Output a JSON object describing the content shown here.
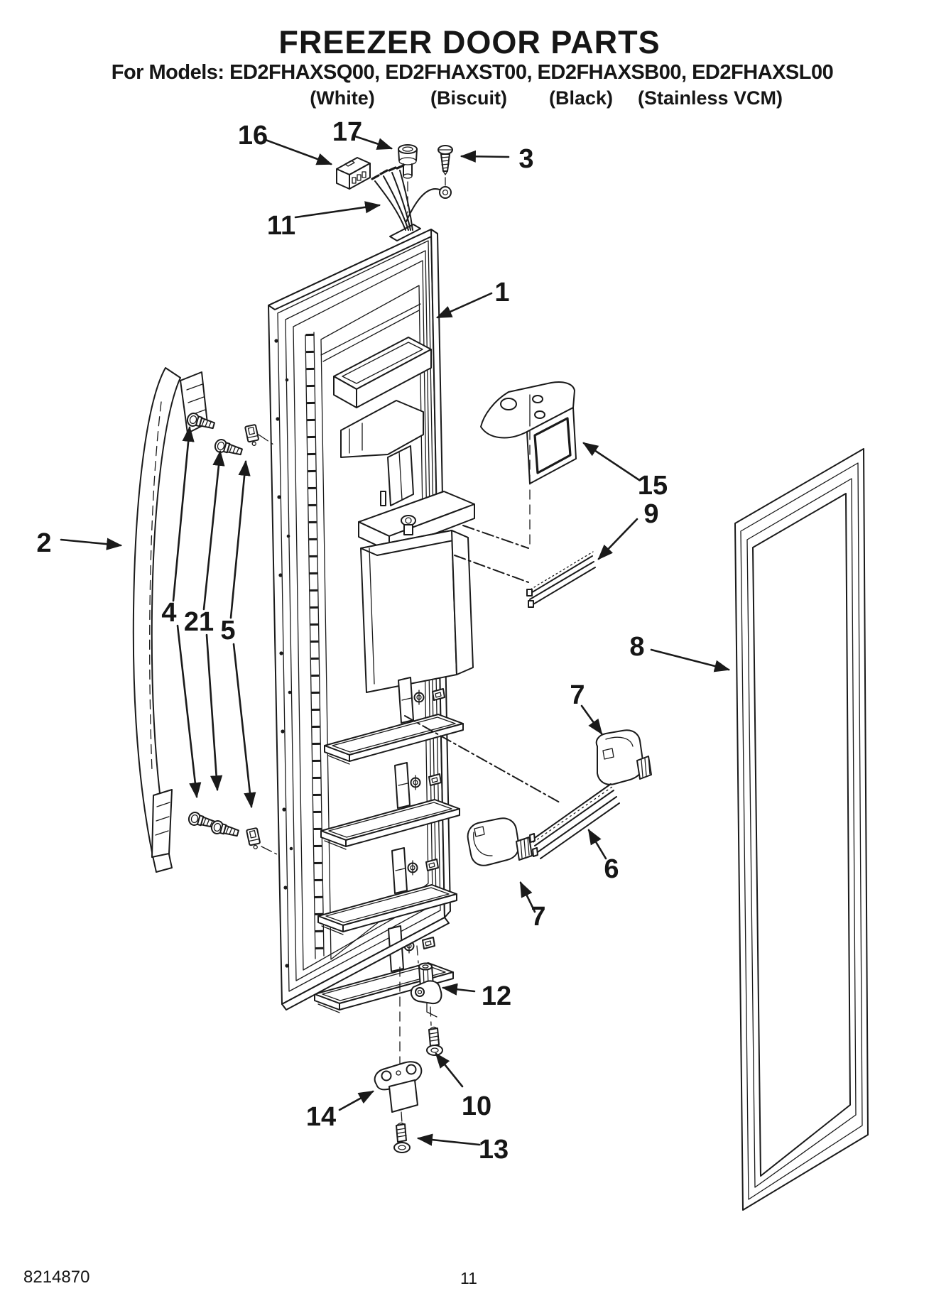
{
  "page": {
    "background_color": "#ffffff",
    "ink_color": "#1a1a1a"
  },
  "header": {
    "title": "FREEZER DOOR PARTS",
    "models_line": "For Models: ED2FHAXSQ00, ED2FHAXST00, ED2FHAXSB00, ED2FHAXSL00",
    "finishes": [
      "(White)",
      "(Biscuit)",
      "(Black)",
      "(Stainless VCM)"
    ]
  },
  "callouts": {
    "c1": "1",
    "c2": "2",
    "c3": "3",
    "c4": "4",
    "c5": "5",
    "c6": "6",
    "c7_upper": "7",
    "c7_lower": "7",
    "c8": "8",
    "c9": "9",
    "c10": "10",
    "c11": "11",
    "c12": "12",
    "c13": "13",
    "c14": "14",
    "c15": "15",
    "c16": "16",
    "c17": "17",
    "c21": "21"
  },
  "footer": {
    "document_number": "8214870",
    "page_number": "11"
  }
}
